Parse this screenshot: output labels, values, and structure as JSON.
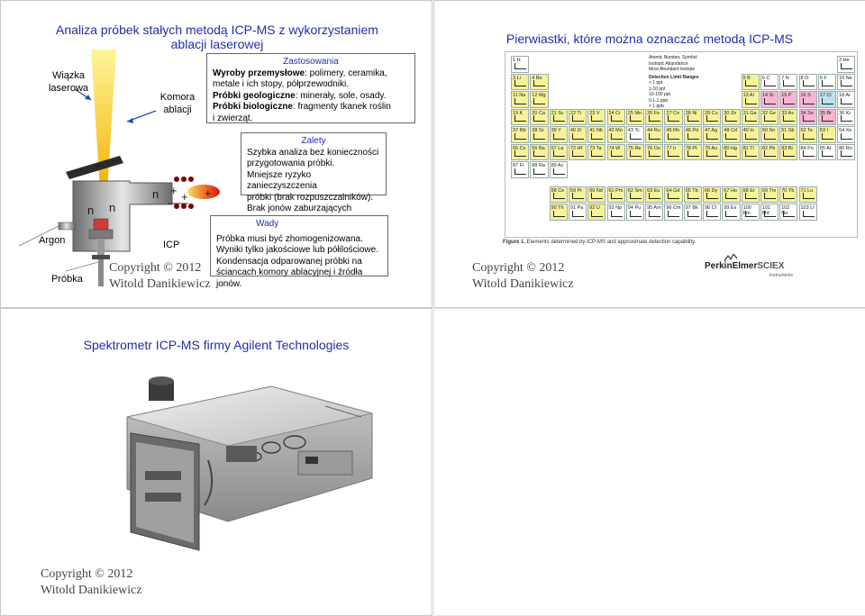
{
  "slide1": {
    "title_line1": "Analiza próbek stałych metodą ICP-MS z wykorzystaniem",
    "title_line2": "ablacji laserowej",
    "laser_label_line1": "Wiązka",
    "laser_label_line2": "laserowa",
    "chamber_label_line1": "Komora",
    "chamber_label_line2": "ablacji",
    "argon_label": "Argon",
    "sample_label": "Próbka",
    "icp_label": "ICP",
    "copyright_line1": "Copyright © 2012",
    "copyright_line2": "Witold Danikiewicz",
    "particle_n": "n",
    "particle_plus": "+",
    "applications": {
      "heading": "Zastosowania",
      "line1_bold": "Wyroby przemysłowe",
      "line1_rest": ": polimery, ceramika,",
      "line2": "metale i ich stopy, półprzewodniki.",
      "line3_bold": "Próbki geologiczne",
      "line3_rest": ": minerały, sole, osady.",
      "line4_bold": "Próbki biologiczne",
      "line4_rest": ": fragmenty tkanek roślin",
      "line5": "i zwierząt."
    },
    "advantages": {
      "heading": "Zalety",
      "line1": "Szybka analiza bez konieczności",
      "line2": "przygotowania próbki.",
      "line3": "Mniejsze ryzyko zanieczyszczenia",
      "line4": "próbki (brak rozpuszczalników).",
      "line5": "Brak jonów zaburzających pomiar."
    },
    "disadvantages": {
      "heading": "Wady",
      "line1": "Próbka musi być zhomogenizowana.",
      "line2": "Wyniki tylko jakościowe lub półilościowe.",
      "line3": "Kondensacja odparowanej próbki na",
      "line4": "ściancach komory ablacyjnej i źródła jonów."
    }
  },
  "slide2": {
    "title": "Pierwiastki, które można oznaczać metodą ICP-MS",
    "legend": {
      "l1": "Atomic Number, Symbol",
      "l2": "Isotopic Abundance",
      "l3": "Most Abundant Isotope",
      "detection_heading": "Detection Limit Ranges",
      "ranges": [
        "< 1 ppt",
        "1-10 ppt",
        "10-100 ppt",
        "0.1-1 ppb",
        "> 1 ppb"
      ]
    },
    "figure_caption_bold": "Figure 1.",
    "figure_caption": " Elements determined by ICP-MS and approximate detection capability.",
    "logo_part1": "PerkinElmer",
    "logo_part2": "SCIEX",
    "logo_sub": "Instruments",
    "copyright_line1": "Copyright © 2012",
    "copyright_line2": "Witold Danikiewicz",
    "colors": {
      "yellow": "#f6f29a",
      "pink": "#f4b6d4",
      "blue": "#bfe0f2",
      "white": "#ffffff"
    },
    "periodic_rows": [
      [
        [
          "1",
          "H",
          "w"
        ],
        null,
        null,
        null,
        null,
        null,
        null,
        null,
        null,
        null,
        null,
        null,
        null,
        null,
        null,
        null,
        null,
        [
          "2",
          "He",
          "w"
        ]
      ],
      [
        [
          "3",
          "Li",
          "y"
        ],
        [
          "4",
          "Be",
          "y"
        ],
        null,
        null,
        null,
        null,
        null,
        null,
        null,
        null,
        null,
        null,
        [
          "5",
          "B",
          "y"
        ],
        [
          "6",
          "C",
          "w"
        ],
        [
          "7",
          "N",
          "w"
        ],
        [
          "8",
          "O",
          "w"
        ],
        [
          "9",
          "F",
          "w"
        ],
        [
          "10",
          "Ne",
          "w"
        ]
      ],
      [
        [
          "11",
          "Na",
          "y"
        ],
        [
          "12",
          "Mg",
          "y"
        ],
        null,
        null,
        null,
        null,
        null,
        null,
        null,
        null,
        null,
        null,
        [
          "13",
          "Al",
          "y"
        ],
        [
          "14",
          "Si",
          "p"
        ],
        [
          "15",
          "P",
          "p"
        ],
        [
          "16",
          "S",
          "p"
        ],
        [
          "17",
          "Cl",
          "b"
        ],
        [
          "18",
          "Ar",
          "w"
        ]
      ],
      [
        [
          "19",
          "K",
          "y"
        ],
        [
          "20",
          "Ca",
          "y"
        ],
        [
          "21",
          "Sc",
          "y"
        ],
        [
          "22",
          "Ti",
          "y"
        ],
        [
          "23",
          "V",
          "y"
        ],
        [
          "24",
          "Cr",
          "y"
        ],
        [
          "25",
          "Mn",
          "y"
        ],
        [
          "26",
          "Fe",
          "y"
        ],
        [
          "27",
          "Co",
          "y"
        ],
        [
          "28",
          "Ni",
          "y"
        ],
        [
          "29",
          "Cu",
          "y"
        ],
        [
          "30",
          "Zn",
          "y"
        ],
        [
          "31",
          "Ga",
          "y"
        ],
        [
          "32",
          "Ge",
          "y"
        ],
        [
          "33",
          "As",
          "y"
        ],
        [
          "34",
          "Se",
          "p"
        ],
        [
          "35",
          "Br",
          "p"
        ],
        [
          "36",
          "Kr",
          "w"
        ]
      ],
      [
        [
          "37",
          "Rb",
          "y"
        ],
        [
          "38",
          "Sr",
          "y"
        ],
        [
          "39",
          "Y",
          "y"
        ],
        [
          "40",
          "Zr",
          "y"
        ],
        [
          "41",
          "Nb",
          "y"
        ],
        [
          "42",
          "Mo",
          "y"
        ],
        [
          "43",
          "Tc",
          "w"
        ],
        [
          "44",
          "Ru",
          "y"
        ],
        [
          "45",
          "Rh",
          "y"
        ],
        [
          "46",
          "Pd",
          "y"
        ],
        [
          "47",
          "Ag",
          "y"
        ],
        [
          "48",
          "Cd",
          "y"
        ],
        [
          "49",
          "In",
          "y"
        ],
        [
          "50",
          "Sn",
          "y"
        ],
        [
          "51",
          "Sb",
          "y"
        ],
        [
          "52",
          "Te",
          "y"
        ],
        [
          "53",
          "I",
          "y"
        ],
        [
          "54",
          "Xe",
          "w"
        ]
      ],
      [
        [
          "55",
          "Cs",
          "y"
        ],
        [
          "56",
          "Ba",
          "y"
        ],
        [
          "57",
          "La",
          "y"
        ],
        [
          "72",
          "Hf",
          "y"
        ],
        [
          "73",
          "Ta",
          "y"
        ],
        [
          "74",
          "W",
          "y"
        ],
        [
          "75",
          "Re",
          "y"
        ],
        [
          "76",
          "Os",
          "y"
        ],
        [
          "77",
          "Ir",
          "y"
        ],
        [
          "78",
          "Pt",
          "y"
        ],
        [
          "79",
          "Au",
          "y"
        ],
        [
          "80",
          "Hg",
          "y"
        ],
        [
          "81",
          "Tl",
          "y"
        ],
        [
          "82",
          "Pb",
          "y"
        ],
        [
          "83",
          "Bi",
          "y"
        ],
        [
          "84",
          "Po",
          "w"
        ],
        [
          "85",
          "At",
          "w"
        ],
        [
          "86",
          "Rn",
          "w"
        ]
      ],
      [
        [
          "87",
          "Fr",
          "w"
        ],
        [
          "88",
          "Ra",
          "w"
        ],
        [
          "89",
          "Ac",
          "w"
        ],
        null,
        null,
        null,
        null,
        null,
        null,
        null,
        null,
        null,
        null,
        null,
        null,
        null,
        null,
        null
      ]
    ],
    "lanthanides": [
      [
        "58",
        "Ce"
      ],
      [
        "59",
        "Pr"
      ],
      [
        "60",
        "Nd"
      ],
      [
        "61",
        "Pm"
      ],
      [
        "62",
        "Sm"
      ],
      [
        "63",
        "Eu"
      ],
      [
        "64",
        "Gd"
      ],
      [
        "65",
        "Tb"
      ],
      [
        "66",
        "Dy"
      ],
      [
        "67",
        "Ho"
      ],
      [
        "68",
        "Er"
      ],
      [
        "69",
        "Tm"
      ],
      [
        "70",
        "Yb"
      ],
      [
        "71",
        "Lu"
      ]
    ],
    "actinides": [
      [
        "90",
        "Th"
      ],
      [
        "91",
        "Pa"
      ],
      [
        "92",
        "U"
      ],
      [
        "93",
        "Np"
      ],
      [
        "94",
        "Pu"
      ],
      [
        "95",
        "Am"
      ],
      [
        "96",
        "Cm"
      ],
      [
        "97",
        "Bk"
      ],
      [
        "98",
        "Cf"
      ],
      [
        "99",
        "Es"
      ],
      [
        "100",
        "Fm"
      ],
      [
        "101",
        "Md"
      ],
      [
        "102",
        "No"
      ],
      [
        "103",
        "Lr"
      ]
    ],
    "actinide_colors": [
      "y",
      "w",
      "y",
      "w",
      "w",
      "w",
      "w",
      "w",
      "w",
      "w",
      "w",
      "w",
      "w",
      "w"
    ]
  },
  "slide3": {
    "title": "Spektrometr ICP-MS firmy Agilent Technologies",
    "copyright_line1": "Copyright © 2012",
    "copyright_line2": "Witold Danikiewicz"
  }
}
